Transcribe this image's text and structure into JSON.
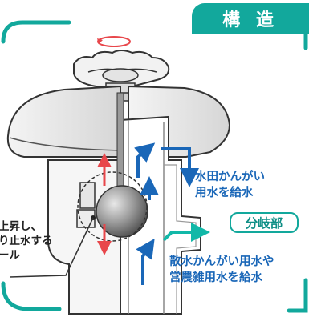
{
  "title": "構 造",
  "labels": {
    "paddy": [
      "水田かんがい",
      "用水を給水"
    ],
    "junction": "分岐部",
    "sprinkler": [
      "散水かんがい用水や",
      "営農雑用水を給水"
    ],
    "ball": [
      "上昇し、",
      "り止水する",
      "ール"
    ]
  },
  "colors": {
    "frame": "#12a89c",
    "flow_arrow": "#1a67b8",
    "lift_arrow": "#e8474b",
    "side_flow_arrow": "#12b8a8"
  },
  "icons": [
    "rotate-icon",
    "handwheel-icon",
    "up-arrow-icon",
    "down-arrow-icon"
  ]
}
